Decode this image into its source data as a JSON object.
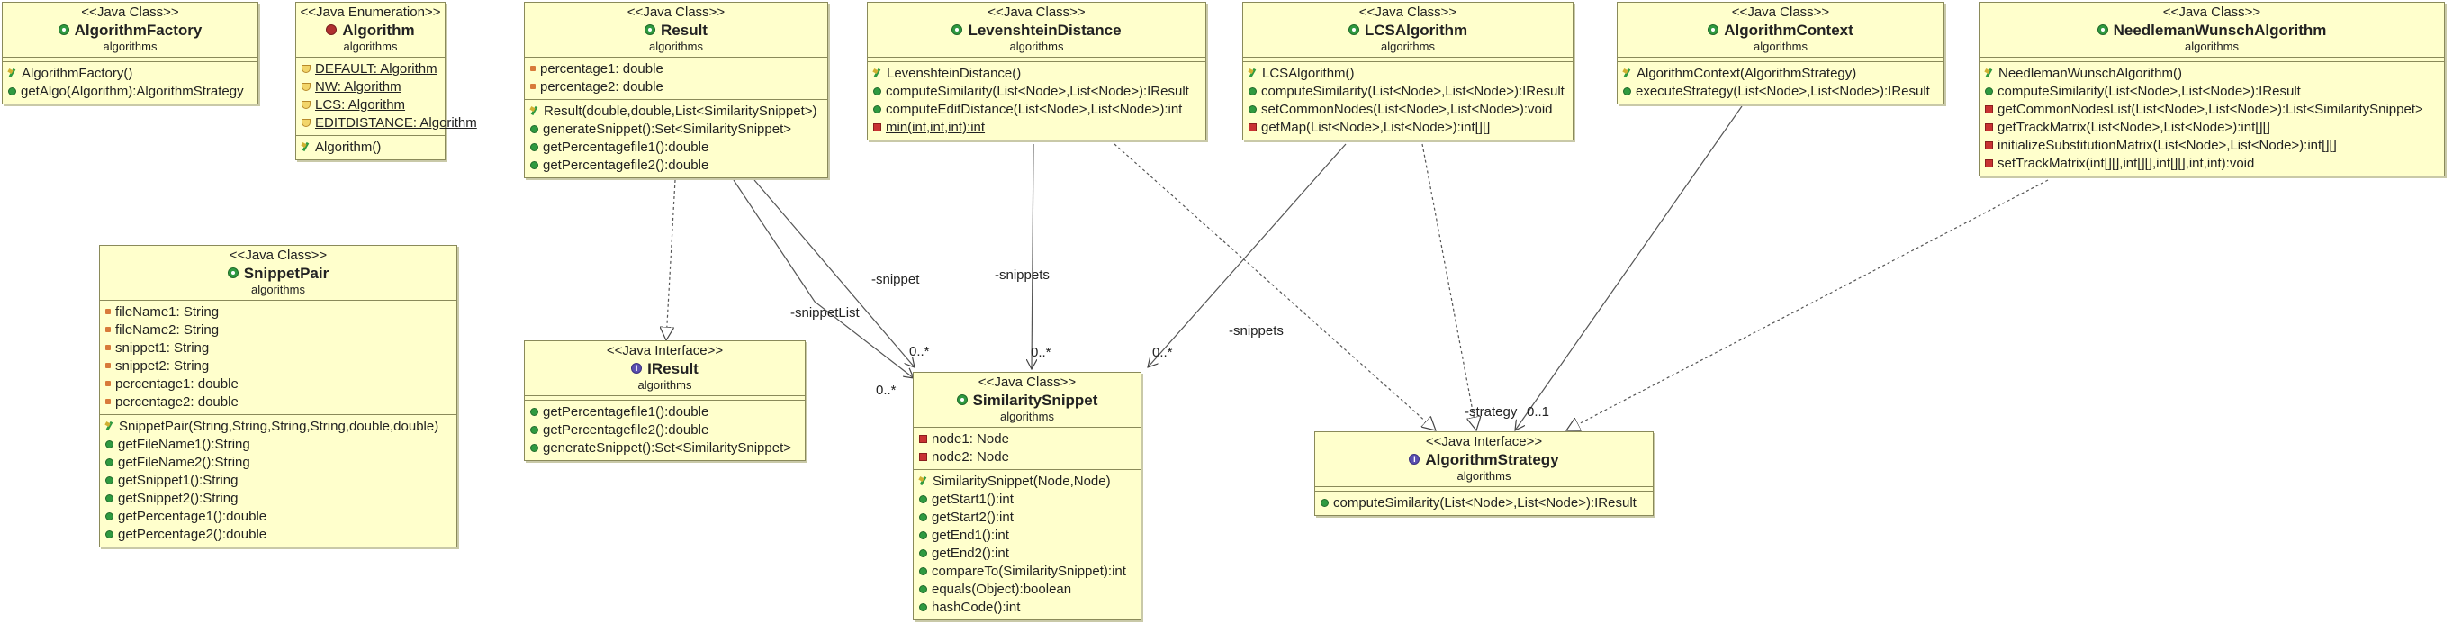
{
  "classes": {
    "algorithm_factory": {
      "stereotype": "<<Java Class>>",
      "name": "AlgorithmFactory",
      "package": "algorithms",
      "attributes": [],
      "methods": [
        {
          "vis": "ctor",
          "text": "AlgorithmFactory()"
        },
        {
          "vis": "public",
          "text": "getAlgo(Algorithm):AlgorithmStrategy"
        }
      ]
    },
    "algorithm": {
      "stereotype": "<<Java Enumeration>>",
      "name": "Algorithm",
      "package": "algorithms",
      "attributes": [
        {
          "vis": "const",
          "text": "DEFAULT: Algorithm"
        },
        {
          "vis": "const",
          "text": "NW: Algorithm"
        },
        {
          "vis": "const",
          "text": "LCS: Algorithm"
        },
        {
          "vis": "const",
          "text": "EDITDISTANCE: Algorithm"
        }
      ],
      "methods": [
        {
          "vis": "ctor",
          "text": "Algorithm()"
        }
      ]
    },
    "result": {
      "stereotype": "<<Java Class>>",
      "name": "Result",
      "package": "algorithms",
      "attributes": [
        {
          "vis": "field",
          "text": "percentage1: double"
        },
        {
          "vis": "field",
          "text": "percentage2: double"
        }
      ],
      "methods": [
        {
          "vis": "ctor",
          "text": "Result(double,double,List<SimilaritySnippet>)"
        },
        {
          "vis": "public",
          "text": "generateSnippet():Set<SimilaritySnippet>"
        },
        {
          "vis": "public",
          "text": "getPercentagefile1():double"
        },
        {
          "vis": "public",
          "text": "getPercentagefile2():double"
        }
      ]
    },
    "levenshtein": {
      "stereotype": "<<Java Class>>",
      "name": "LevenshteinDistance",
      "package": "algorithms",
      "attributes": [],
      "methods": [
        {
          "vis": "ctor",
          "text": "LevenshteinDistance()"
        },
        {
          "vis": "public",
          "text": "computeSimilarity(List<Node>,List<Node>):IResult"
        },
        {
          "vis": "public",
          "text": "computeEditDistance(List<Node>,List<Node>):int"
        },
        {
          "vis": "private_static",
          "text": "min(int,int,int):int"
        }
      ]
    },
    "lcs": {
      "stereotype": "<<Java Class>>",
      "name": "LCSAlgorithm",
      "package": "algorithms",
      "attributes": [],
      "methods": [
        {
          "vis": "ctor",
          "text": "LCSAlgorithm()"
        },
        {
          "vis": "public",
          "text": "computeSimilarity(List<Node>,List<Node>):IResult"
        },
        {
          "vis": "public",
          "text": "setCommonNodes(List<Node>,List<Node>):void"
        },
        {
          "vis": "private",
          "text": "getMap(List<Node>,List<Node>):int[][]"
        }
      ]
    },
    "context": {
      "stereotype": "<<Java Class>>",
      "name": "AlgorithmContext",
      "package": "algorithms",
      "attributes": [],
      "methods": [
        {
          "vis": "ctor",
          "text": "AlgorithmContext(AlgorithmStrategy)"
        },
        {
          "vis": "public",
          "text": "executeStrategy(List<Node>,List<Node>):IResult"
        }
      ]
    },
    "needleman": {
      "stereotype": "<<Java Class>>",
      "name": "NeedlemanWunschAlgorithm",
      "package": "algorithms",
      "attributes": [],
      "methods": [
        {
          "vis": "ctor",
          "text": "NeedlemanWunschAlgorithm()"
        },
        {
          "vis": "public",
          "text": "computeSimilarity(List<Node>,List<Node>):IResult"
        },
        {
          "vis": "private",
          "text": "getCommonNodesList(List<Node>,List<Node>):List<SimilaritySnippet>"
        },
        {
          "vis": "private",
          "text": "getTrackMatrix(List<Node>,List<Node>):int[][]"
        },
        {
          "vis": "private",
          "text": "initializeSubstitutionMatrix(List<Node>,List<Node>):int[][]"
        },
        {
          "vis": "private",
          "text": "setTrackMatrix(int[][],int[][],int[][],int,int):void"
        }
      ]
    },
    "snippet_pair": {
      "stereotype": "<<Java Class>>",
      "name": "SnippetPair",
      "package": "algorithms",
      "attributes": [
        {
          "vis": "field",
          "text": "fileName1: String"
        },
        {
          "vis": "field",
          "text": "fileName2: String"
        },
        {
          "vis": "field",
          "text": "snippet1: String"
        },
        {
          "vis": "field",
          "text": "snippet2: String"
        },
        {
          "vis": "field",
          "text": "percentage1: double"
        },
        {
          "vis": "field",
          "text": "percentage2: double"
        }
      ],
      "methods": [
        {
          "vis": "ctor",
          "text": "SnippetPair(String,String,String,String,double,double)"
        },
        {
          "vis": "public",
          "text": "getFileName1():String"
        },
        {
          "vis": "public",
          "text": "getFileName2():String"
        },
        {
          "vis": "public",
          "text": "getSnippet1():String"
        },
        {
          "vis": "public",
          "text": "getSnippet2():String"
        },
        {
          "vis": "public",
          "text": "getPercentage1():double"
        },
        {
          "vis": "public",
          "text": "getPercentage2():double"
        }
      ]
    },
    "iresult": {
      "stereotype": "<<Java Interface>>",
      "name": "IResult",
      "package": "algorithms",
      "attributes": [],
      "methods": [
        {
          "vis": "public",
          "text": "getPercentagefile1():double"
        },
        {
          "vis": "public",
          "text": "getPercentagefile2():double"
        },
        {
          "vis": "public",
          "text": "generateSnippet():Set<SimilaritySnippet>"
        }
      ]
    },
    "similarity_snippet": {
      "stereotype": "<<Java Class>>",
      "name": "SimilaritySnippet",
      "package": "algorithms",
      "attributes": [
        {
          "vis": "private",
          "text": "node1: Node"
        },
        {
          "vis": "private",
          "text": "node2: Node"
        }
      ],
      "methods": [
        {
          "vis": "ctor",
          "text": "SimilaritySnippet(Node,Node)"
        },
        {
          "vis": "public",
          "text": "getStart1():int"
        },
        {
          "vis": "public",
          "text": "getStart2():int"
        },
        {
          "vis": "public",
          "text": "getEnd1():int"
        },
        {
          "vis": "public",
          "text": "getEnd2():int"
        },
        {
          "vis": "public",
          "text": "compareTo(SimilaritySnippet):int"
        },
        {
          "vis": "public",
          "text": "equals(Object):boolean"
        },
        {
          "vis": "public",
          "text": "hashCode():int"
        }
      ]
    },
    "strategy": {
      "stereotype": "<<Java Interface>>",
      "name": "AlgorithmStrategy",
      "package": "algorithms",
      "attributes": [],
      "methods": [
        {
          "vis": "public",
          "text": "computeSimilarity(List<Node>,List<Node>):IResult"
        }
      ]
    }
  },
  "relations": {
    "result_snippet_role": "-snippet",
    "result_snippet_mult": "0..*",
    "result_snippetlist_role": "-snippetList",
    "result_snippetlist_mult": "0..*",
    "lev_snippets_role": "-snippets",
    "lev_snippets_mult": "0..*",
    "lcs_snippets_role": "-snippets",
    "lcs_snippets_mult": "0..*",
    "context_strategy_role": "-strategy",
    "context_strategy_mult": "0..1"
  },
  "colors": {
    "box_fill": "#ffffcc",
    "box_border": "#8a8a5a",
    "public_marker": "#2f9a40",
    "private_marker": "#c83232",
    "field_marker": "#d87a3a"
  }
}
